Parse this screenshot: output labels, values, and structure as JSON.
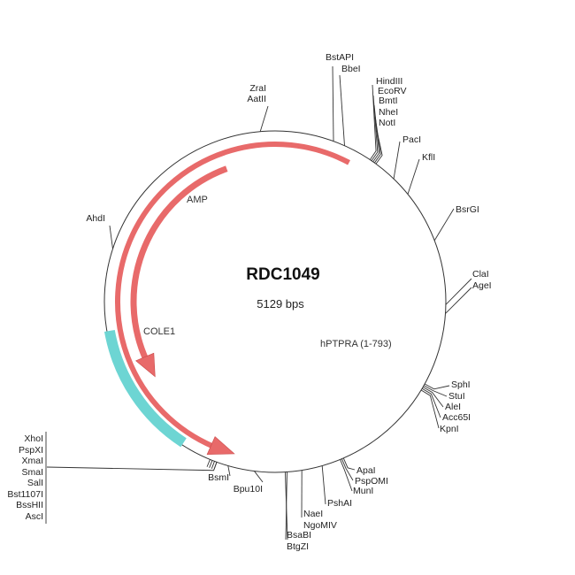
{
  "plasmid": {
    "name": "RDC1049",
    "length_label": "5129 bps",
    "length_bp": 5129
  },
  "colors": {
    "backbone": "#333333",
    "gene": "#e86a6a",
    "gene_edge": "#c94848",
    "origin": "#6dd5d3",
    "origin_edge": "#3fb2b0"
  },
  "features": [
    {
      "name": "AMP",
      "type": "gene",
      "direction": "reverse",
      "start_deg": 340,
      "end_deg": 238,
      "label": "AMP"
    },
    {
      "name": "hPTPRA (1-793)",
      "type": "gene",
      "direction": "reverse",
      "start_deg": 28,
      "end_deg": 195,
      "label": "hPTPRA (1-793)"
    },
    {
      "name": "COLE1",
      "type": "origin",
      "direction": "none",
      "start_deg": 260,
      "end_deg": 213,
      "label": "COLE1"
    }
  ],
  "sites": [
    {
      "group": "zral-aatll",
      "angle_deg": 355,
      "labels": [
        "ZraI",
        "AatII"
      ]
    },
    {
      "group": "bstapi",
      "angle_deg": 20,
      "labels": [
        "BstAPI"
      ]
    },
    {
      "group": "bbel",
      "angle_deg": 24,
      "labels": [
        "BbeI"
      ]
    },
    {
      "group": "hindiii-noti",
      "angle_deg": 35,
      "labels": [
        "HindIII",
        "EcoRV",
        "BmtI",
        "NheI",
        "NotI"
      ]
    },
    {
      "group": "paci",
      "angle_deg": 44,
      "labels": [
        "PacI"
      ]
    },
    {
      "group": "kfli",
      "angle_deg": 51,
      "labels": [
        "KflI"
      ]
    },
    {
      "group": "bsrgi",
      "angle_deg": 69,
      "labels": [
        "BsrGI"
      ]
    },
    {
      "group": "clai",
      "angle_deg": 91,
      "labels": [
        "ClaI"
      ]
    },
    {
      "group": "agei",
      "angle_deg": 94,
      "labels": [
        "AgeI"
      ]
    },
    {
      "group": "sphi-kpni",
      "angle_deg": 120,
      "labels": [
        "SphI",
        "StuI",
        "AleI",
        "Acc65I",
        "KpnI"
      ]
    },
    {
      "group": "apai",
      "angle_deg": 157,
      "labels": [
        "ApaI",
        "PspOMI",
        "MunI"
      ]
    },
    {
      "group": "pshai",
      "angle_deg": 164,
      "labels": [
        "PshAI"
      ]
    },
    {
      "group": "naei",
      "angle_deg": 171,
      "labels": [
        "NaeI",
        "NgoMIV"
      ]
    },
    {
      "group": "bsabi",
      "angle_deg": 176,
      "labels": [
        "BsaBI",
        "BtgZI"
      ]
    },
    {
      "group": "bpu10i",
      "angle_deg": 187,
      "labels": [
        "Bpu10I"
      ]
    },
    {
      "group": "bsmi",
      "angle_deg": 196,
      "labels": [
        "BsmI"
      ]
    },
    {
      "group": "xhoi-asci",
      "angle_deg": 200,
      "labels": [
        "XhoI",
        "PspXI",
        "XmaI",
        "SmaI",
        "SalI",
        "Bst1107I",
        "BssHII",
        "AscI"
      ]
    },
    {
      "group": "ahdi",
      "angle_deg": 288,
      "labels": [
        "AhdI"
      ]
    }
  ]
}
